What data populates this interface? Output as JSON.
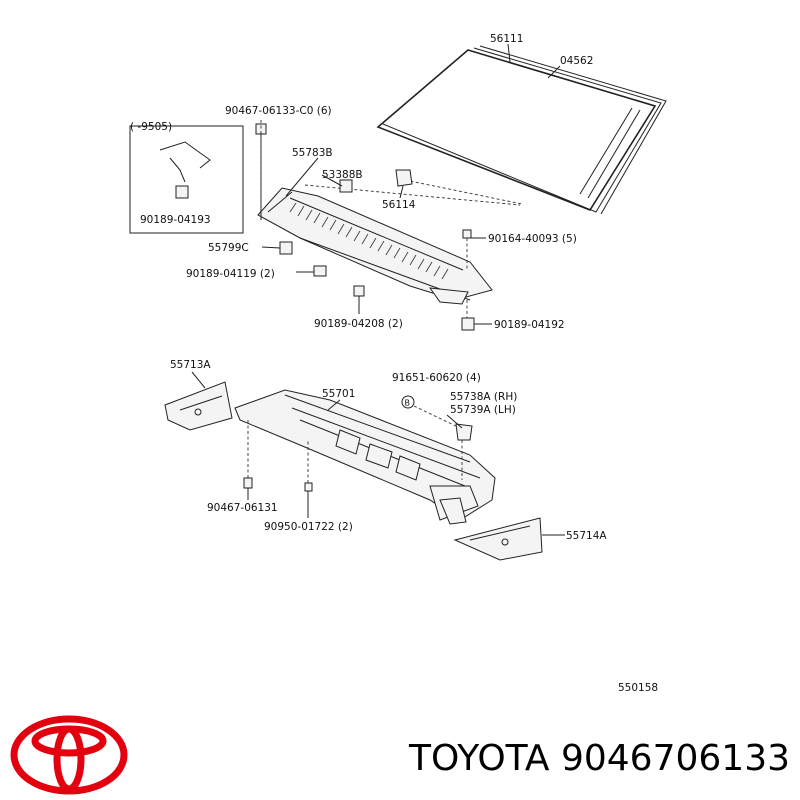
{
  "diagram": {
    "callouts": {
      "c56111": "56111",
      "c04562": "04562",
      "c90467_06133": "90467-06133-C0 (6)",
      "c9505": "(       -9505)",
      "c55783b": "55783B",
      "c53388b": "53388B",
      "c56114": "56114",
      "c90189_04193": "90189-04193",
      "c55799c": "55799C",
      "c90189_04119": "90189-04119 (2)",
      "c90164_40093": "90164-40093 (5)",
      "c90189_04208": "90189-04208 (2)",
      "c90189_04192": "90189-04192",
      "c55713a": "55713A",
      "c55701": "55701",
      "c91651": "91651-60620 (4)",
      "c55738a": "55738A (RH)",
      "c55739a": "55739A (LH)",
      "c90467_06131": "90467-06131",
      "c90950": "90950-01722 (2)",
      "c55714a": "55714A",
      "c550158": "550158",
      "bolt_mark": "B"
    }
  },
  "footer": {
    "brand": "TOYOTA",
    "part_number": "9046706133"
  },
  "colors": {
    "logo": "#e3000f",
    "lines": "#222222"
  }
}
